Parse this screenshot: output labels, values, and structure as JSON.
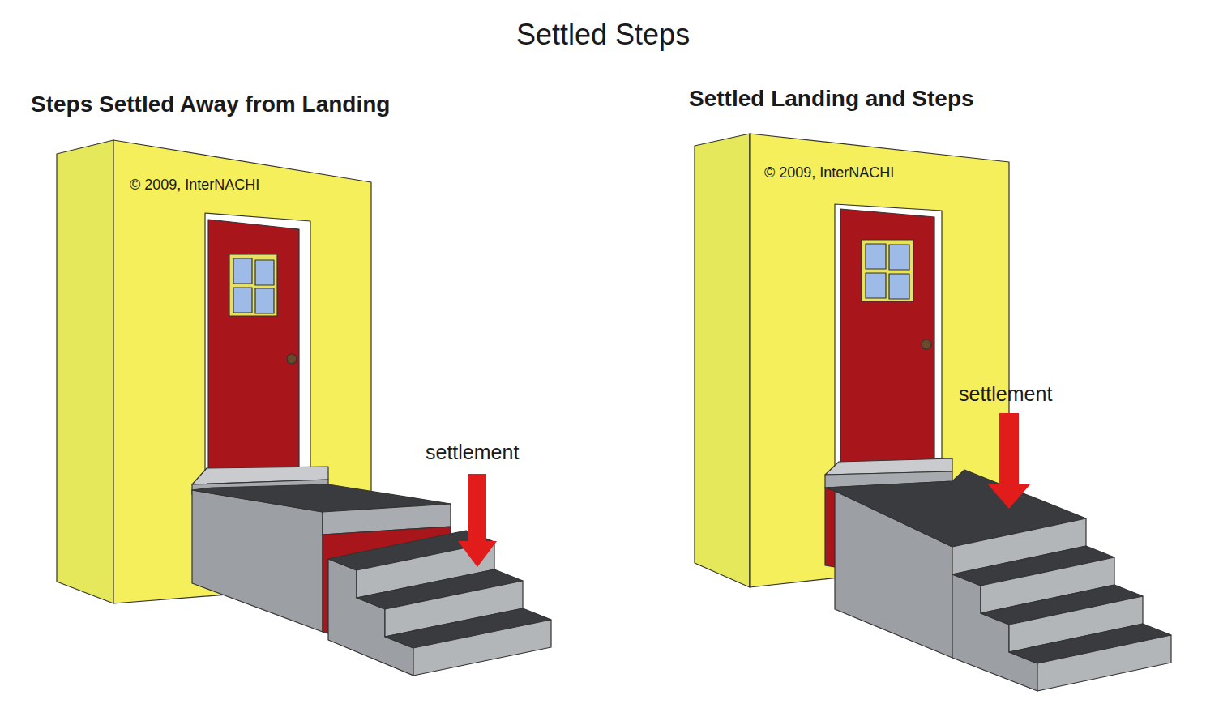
{
  "diagram": {
    "title": "Settled Steps",
    "labels": [
      "Steps Settled Away from Landing",
      "© 2009, InterNACHI",
      "settlement",
      "Settled Landing and Steps",
      "© 2009, InterNACHI",
      "settlement"
    ]
  }
}
